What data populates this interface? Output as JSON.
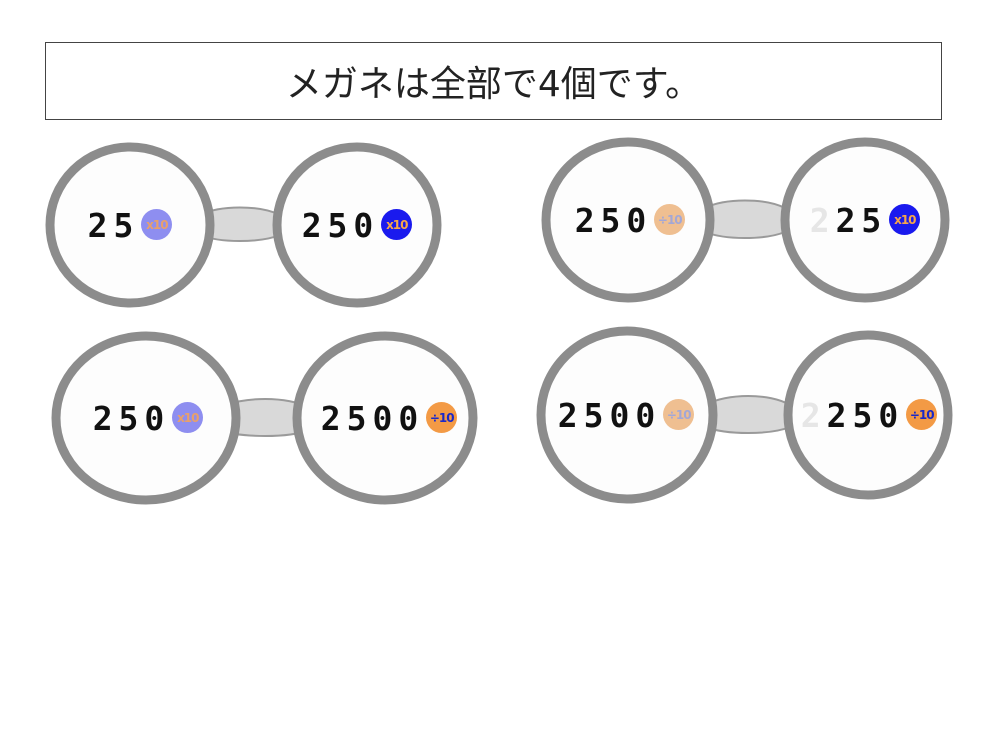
{
  "title": "メガネは全部で4個です。",
  "glasses": [
    {
      "left": {
        "number": "25",
        "ghost": "",
        "op": "x10",
        "op_type": "mul",
        "faded": true
      },
      "right": {
        "number": "250",
        "ghost": "",
        "op": "x10",
        "op_type": "mul",
        "faded": false
      }
    },
    {
      "left": {
        "number": "250",
        "ghost": "",
        "op": "÷10",
        "op_type": "div",
        "faded": true
      },
      "right": {
        "number": "25",
        "ghost": "2",
        "op": "x10",
        "op_type": "mul",
        "faded": false
      }
    },
    {
      "left": {
        "number": "250",
        "ghost": "",
        "op": "x10",
        "op_type": "mul",
        "faded": true
      },
      "right": {
        "number": "2500",
        "ghost": "",
        "op": "÷10",
        "op_type": "div",
        "faded": false
      }
    },
    {
      "left": {
        "number": "2500",
        "ghost": "",
        "op": "÷10",
        "op_type": "div",
        "faded": true
      },
      "right": {
        "number": "250",
        "ghost": "2",
        "op": "÷10",
        "op_type": "div",
        "faded": false
      }
    }
  ]
}
